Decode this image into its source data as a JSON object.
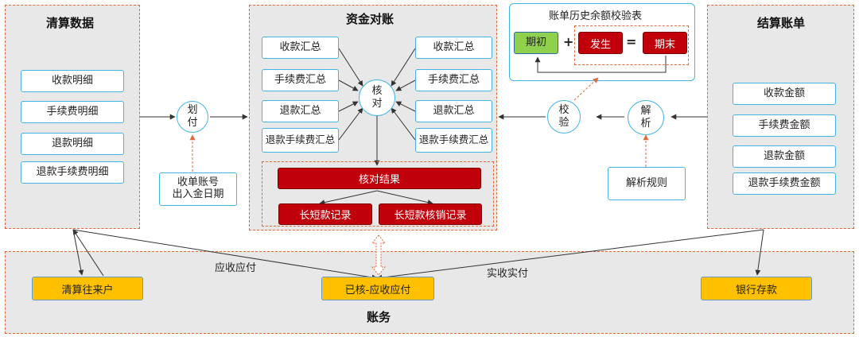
{
  "clearing": {
    "title": "清算数据",
    "items": [
      "收款明细",
      "手续费明细",
      "退款明细",
      "退款手续费明细"
    ]
  },
  "transfer": {
    "label_top": "划",
    "label_bottom": "付"
  },
  "receipt_info": {
    "line1": "收单账号",
    "line2": "出入金日期"
  },
  "reconcile": {
    "title": "资金对账",
    "left_items": [
      "收款汇总",
      "手续费汇总",
      "退款汇总",
      "退款手续费汇总"
    ],
    "right_items": [
      "收款汇总",
      "手续费汇总",
      "退款汇总",
      "退款手续费汇总"
    ],
    "check_top": "核",
    "check_bottom": "对",
    "result": "核对结果",
    "long_short": "长短款记录",
    "long_short_writeoff": "长短款核销记录"
  },
  "balance_check": {
    "title": "账单历史余额校验表",
    "opening": "期初",
    "plus": "+",
    "occurrence": "发生",
    "equals": "=",
    "closing": "期末"
  },
  "verify": {
    "label_top": "校",
    "label_bottom": "验"
  },
  "parse": {
    "label_top": "解",
    "label_bottom": "析"
  },
  "parse_rules": "解析规则",
  "settlement": {
    "title": "结算账单",
    "items": [
      "收款金额",
      "手续费金额",
      "退款金额",
      "退款手续费金额"
    ]
  },
  "ledger": {
    "title": "账务",
    "clearing_account": "清算往来户",
    "verified_ar_ap": "已核-应收应付",
    "bank_deposit": "银行存款",
    "receivable_payable": "应收应付",
    "actual_received_paid": "实收实付"
  },
  "colors": {
    "border_blue": "#44b4e4",
    "dashed_orange": "#e06a3c",
    "red_fill": "#c0000a",
    "green_fill": "#8fd14f",
    "yellow_fill": "#ffc000",
    "panel_gray": "#e8e8e8"
  }
}
